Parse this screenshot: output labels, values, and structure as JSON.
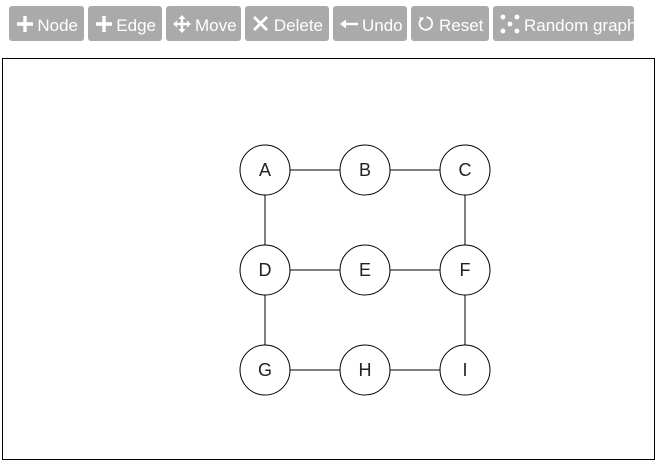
{
  "toolbar": {
    "buttons": [
      {
        "id": "node",
        "label": "Node",
        "icon": "plus-icon"
      },
      {
        "id": "edge",
        "label": "Edge",
        "icon": "plus-icon"
      },
      {
        "id": "move",
        "label": "Move",
        "icon": "move-arrows-icon"
      },
      {
        "id": "delete",
        "label": "Delete",
        "icon": "x-icon"
      },
      {
        "id": "undo",
        "label": "Undo",
        "icon": "left-arrow-icon"
      },
      {
        "id": "reset",
        "label": "Reset",
        "icon": "refresh-icon"
      },
      {
        "id": "random",
        "label": "Random graph",
        "icon": "dots-icon"
      }
    ],
    "button_color": "#aaaaaa",
    "text_color": "#ffffff"
  },
  "graph": {
    "nodes": [
      {
        "id": "A",
        "label": "A"
      },
      {
        "id": "B",
        "label": "B"
      },
      {
        "id": "C",
        "label": "C"
      },
      {
        "id": "D",
        "label": "D"
      },
      {
        "id": "E",
        "label": "E"
      },
      {
        "id": "F",
        "label": "F"
      },
      {
        "id": "G",
        "label": "G"
      },
      {
        "id": "H",
        "label": "H"
      },
      {
        "id": "I",
        "label": "I"
      }
    ],
    "edges": [
      [
        "A",
        "B"
      ],
      [
        "B",
        "C"
      ],
      [
        "A",
        "D"
      ],
      [
        "C",
        "F"
      ],
      [
        "D",
        "E"
      ],
      [
        "E",
        "F"
      ],
      [
        "D",
        "G"
      ],
      [
        "F",
        "I"
      ],
      [
        "G",
        "H"
      ],
      [
        "H",
        "I"
      ]
    ]
  }
}
